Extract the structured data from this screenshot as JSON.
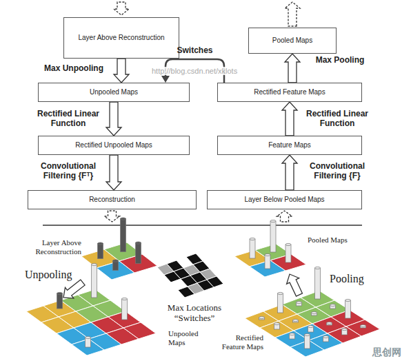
{
  "diagram": {
    "nodes": [
      {
        "text": [
          "Layer Above Reconstruction"
        ]
      },
      {
        "text": [
          "Pooled Maps"
        ]
      },
      {
        "text": [
          "Unpooled Maps"
        ]
      },
      {
        "text": [
          "Rectified Feature Maps"
        ]
      },
      {
        "text": [
          "Rectified Unpooled Maps"
        ]
      },
      {
        "text": [
          "Feature Maps"
        ]
      },
      {
        "text": [
          "Reconstruction"
        ]
      },
      {
        "text": [
          "Layer Below Pooled Maps"
        ]
      }
    ],
    "edges": [
      {
        "from": 0,
        "to": 2,
        "arrow": "to",
        "label": "Max Unpooling"
      },
      {
        "from": 2,
        "to": 4,
        "arrow": "to",
        "label": "Rectified Linear Function"
      },
      {
        "from": 4,
        "to": 6,
        "arrow": "to",
        "label": "Convolutional Filtering {Fᵀ}"
      },
      {
        "from": 7,
        "to": 5,
        "arrow": "to",
        "label": "Convolutional Filtering {F}"
      },
      {
        "from": 5,
        "to": 3,
        "arrow": "to",
        "label": "Rectified Linear Function"
      },
      {
        "from": 3,
        "to": 1,
        "arrow": "to",
        "label": "Max Pooling"
      },
      {
        "from": 3,
        "to": 2,
        "arrow": "to",
        "label": "Switches"
      }
    ],
    "labels": [
      "http://blog.csdn.net/xklots",
      "Layer Above Reconstruction",
      "Pooled Maps",
      "Unpooling",
      "Pooling",
      "Max Locations “Switches”",
      "Unpooled Maps",
      "Rectified Feature Maps",
      "思创网"
    ]
  }
}
